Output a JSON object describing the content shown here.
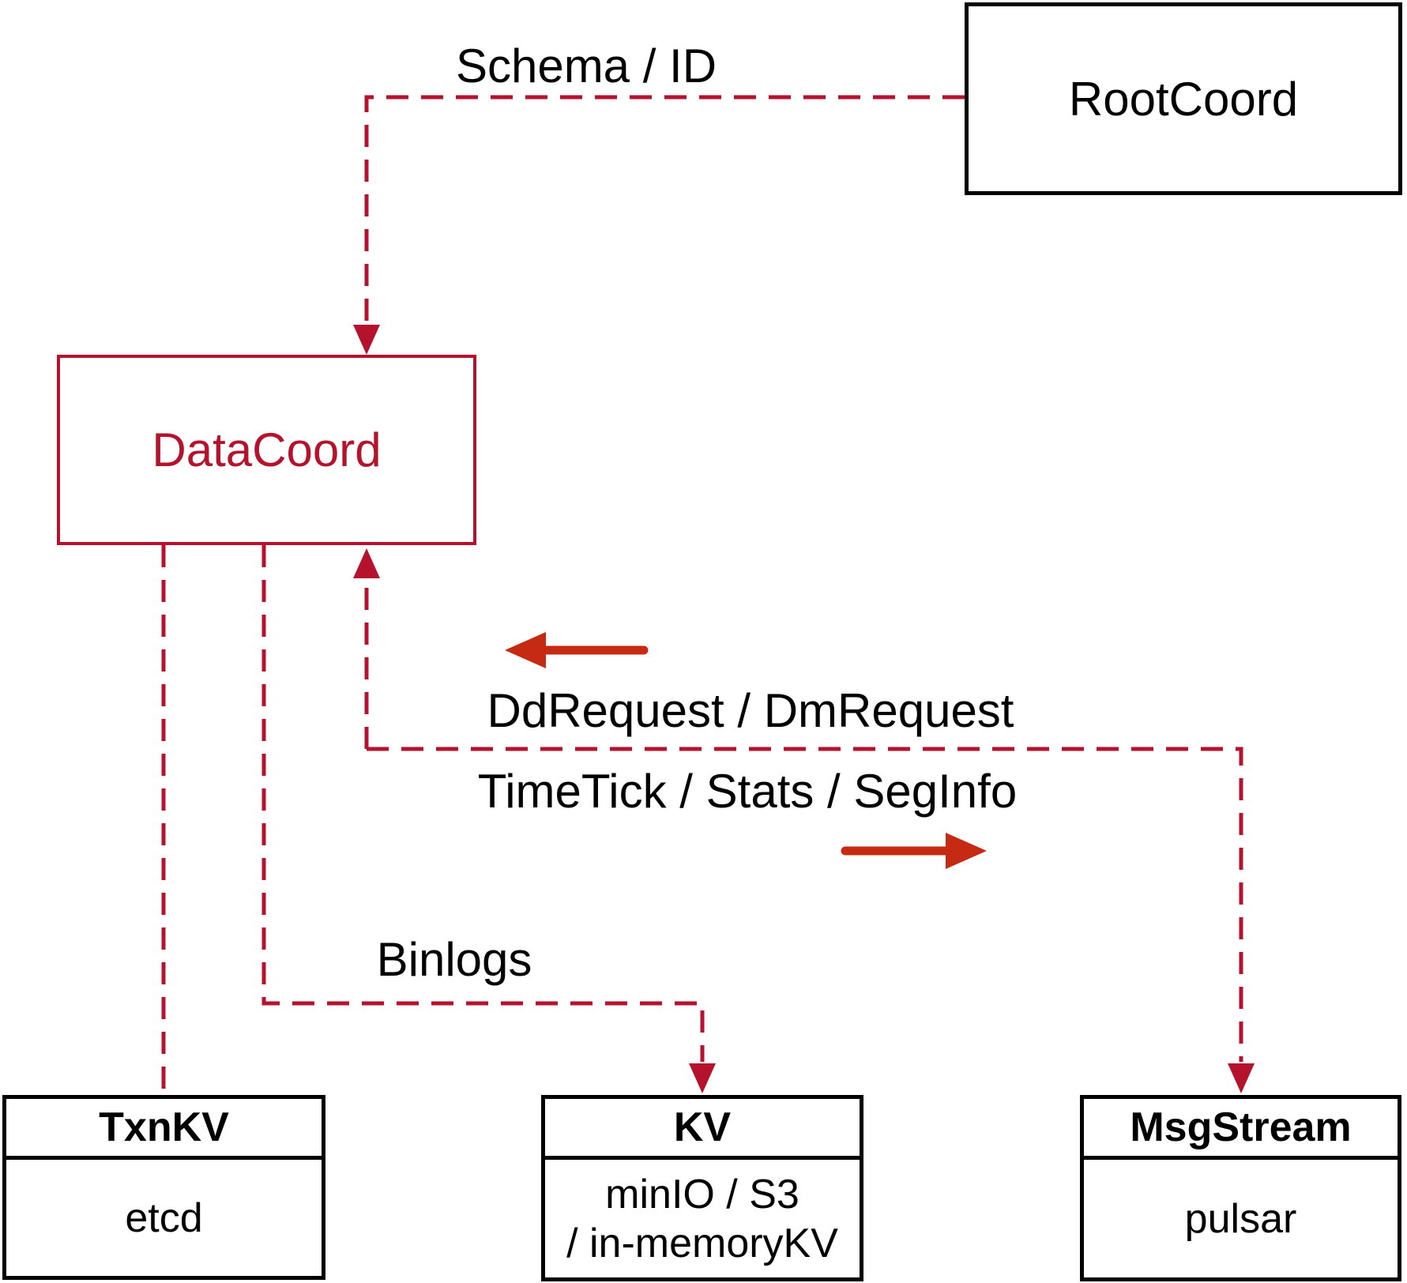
{
  "diagram": {
    "nodes": {
      "rootcoord": {
        "label": "RootCoord"
      },
      "datacoord": {
        "label": "DataCoord"
      },
      "txnkv": {
        "title": "TxnKV",
        "body": "etcd"
      },
      "kv": {
        "title": "KV",
        "body_line1": "minIO / S3",
        "body_line2": "/ in-memoryKV"
      },
      "msgstream": {
        "title": "MsgStream",
        "body": "pulsar"
      }
    },
    "edge_labels": {
      "schema_id": "Schema / ID",
      "dd_request": "DdRequest / DmRequest",
      "time_tick": "TimeTick / Stats / SegInfo",
      "binlogs": "Binlogs"
    },
    "colors": {
      "dashed_line": "#b5122d",
      "solid_arrow": "#c62a12",
      "datacoord_accent": "#b5122d",
      "box_border": "#000000",
      "text": "#000000",
      "background": "#ffffff"
    }
  }
}
